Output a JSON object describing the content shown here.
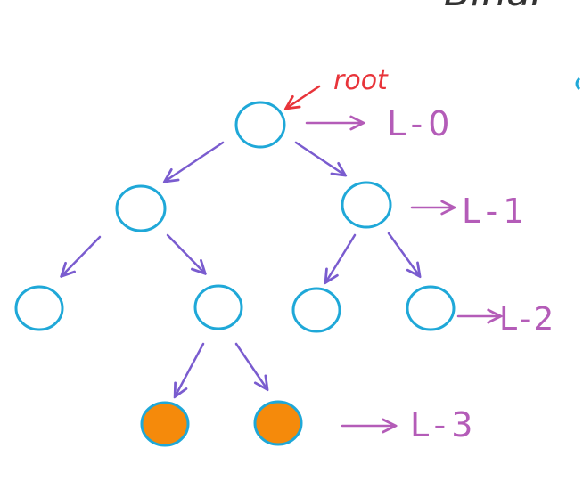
{
  "header": {
    "partial_title": "Binar"
  },
  "root_label": "root",
  "levels": [
    {
      "id": "level-0",
      "label": "L-0"
    },
    {
      "id": "level-1",
      "label": "L-1"
    },
    {
      "id": "level-2",
      "label": "L-2"
    },
    {
      "id": "level-3",
      "label": "L-3"
    }
  ],
  "colors": {
    "node_outline": "#1fa8d8",
    "leaf_fill": "#f58a0b",
    "arrow": "#7a5ccf",
    "level_label": "#b45cb8",
    "root_annotation": "#e8343a",
    "title": "#333333"
  },
  "nodes": [
    {
      "id": "n0",
      "level": 0,
      "highlighted": false
    },
    {
      "id": "n1",
      "level": 1,
      "highlighted": false
    },
    {
      "id": "n2",
      "level": 1,
      "highlighted": false
    },
    {
      "id": "n3",
      "level": 2,
      "highlighted": false
    },
    {
      "id": "n4",
      "level": 2,
      "highlighted": false
    },
    {
      "id": "n5",
      "level": 2,
      "highlighted": false
    },
    {
      "id": "n6",
      "level": 2,
      "highlighted": false
    },
    {
      "id": "n7",
      "level": 3,
      "highlighted": true
    },
    {
      "id": "n8",
      "level": 3,
      "highlighted": true
    }
  ],
  "edges": [
    [
      "n0",
      "n1"
    ],
    [
      "n0",
      "n2"
    ],
    [
      "n1",
      "n3"
    ],
    [
      "n1",
      "n4"
    ],
    [
      "n2",
      "n5"
    ],
    [
      "n2",
      "n6"
    ],
    [
      "n4",
      "n7"
    ],
    [
      "n4",
      "n8"
    ]
  ]
}
